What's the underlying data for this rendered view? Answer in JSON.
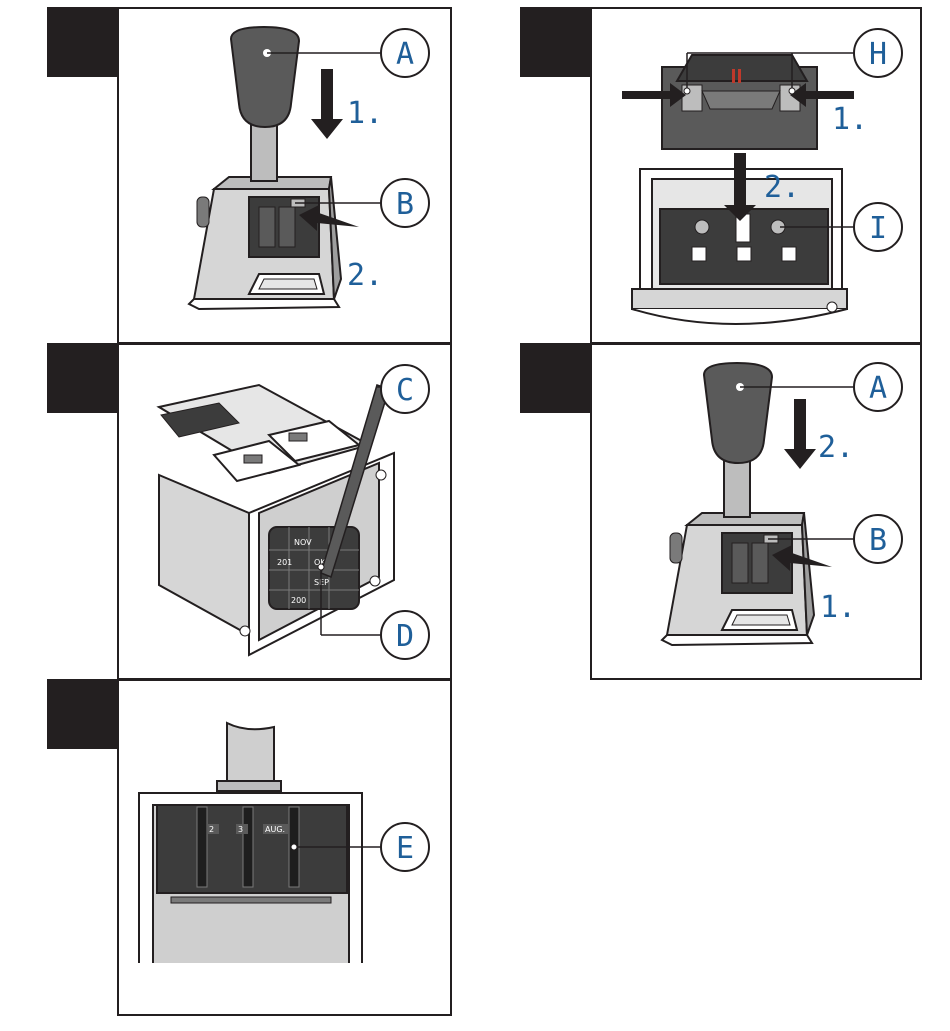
{
  "panels": {
    "p1": {
      "callouts": [
        "A",
        "B"
      ],
      "steps": [
        "1.",
        "2."
      ]
    },
    "p2": {
      "callouts": [
        "H",
        "I"
      ],
      "steps": [
        "1.",
        "2."
      ]
    },
    "p3": {
      "callouts": [
        "C",
        "D"
      ],
      "wheel_text": [
        "NOV",
        "OKT",
        "SEP",
        "201",
        "200"
      ]
    },
    "p4": {
      "callouts": [
        "A",
        "B"
      ],
      "steps": [
        "2.",
        "1."
      ]
    },
    "p5": {
      "callouts": [
        "E"
      ],
      "band_labels": [
        "2",
        "3",
        "AUG."
      ]
    }
  },
  "colors": {
    "tab": "#231f20",
    "callout_text": "#1f5f99",
    "knob": "#5a5a5a",
    "body_light": "#cfcfcf",
    "body_dark": "#3c3c3c",
    "accent_red": "#c0392b"
  }
}
